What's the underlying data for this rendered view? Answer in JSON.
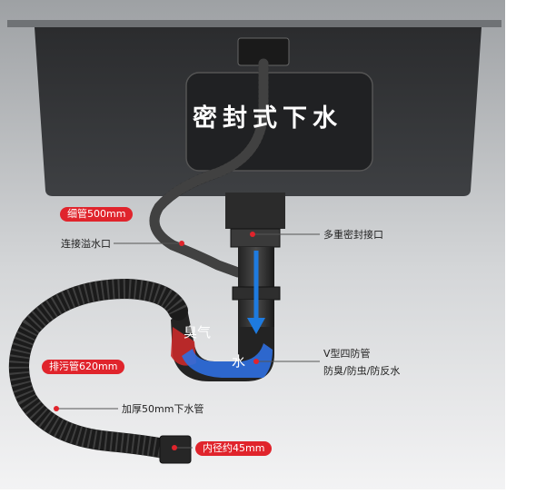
{
  "title": "密封式下水",
  "colors": {
    "accent": "#e0242c",
    "water": "#2f6fe0",
    "odor": "#c92a2a"
  },
  "zone_labels": {
    "odor": "臭气",
    "water": "水"
  },
  "callouts": {
    "thin_pipe": "细管500mm",
    "overflow": "连接溢水口",
    "seal": "多重密封接口",
    "v_trap_line1": "V型四防管",
    "v_trap_line2": "防臭/防虫/防反水",
    "drain_pipe": "排污管620mm",
    "thick_pipe": "加厚50mm下水管",
    "inner_diameter": "内径约45mm"
  }
}
